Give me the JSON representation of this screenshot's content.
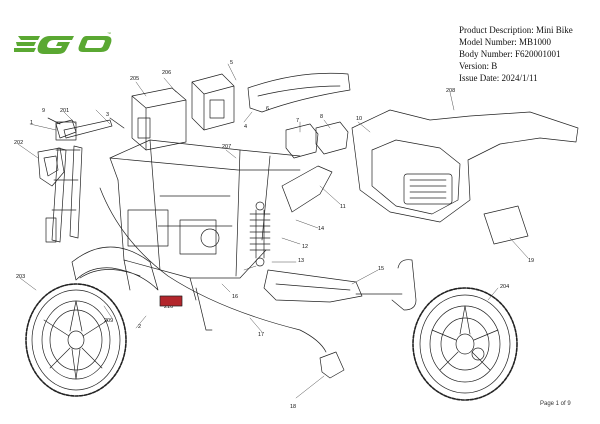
{
  "brand": {
    "logo_text": "EGO",
    "logo_color": "#5aa832"
  },
  "info": {
    "product_description": "Product Description: Mini Bike",
    "model_number": "Model Number: MB1000",
    "body_number": "Body Number: F620001001",
    "version": "Version: B",
    "issue_date": "Issue Date: 2024/1/11"
  },
  "footer": {
    "page": "Page 1 of 9"
  },
  "callouts": [
    "1",
    "2",
    "3",
    "4",
    "5",
    "6",
    "7",
    "8",
    "9",
    "10",
    "11",
    "12",
    "13",
    "14",
    "15",
    "16",
    "17",
    "18",
    "19",
    "201",
    "202",
    "203",
    "204",
    "205",
    "206",
    "207",
    "208",
    "209",
    "210"
  ]
}
